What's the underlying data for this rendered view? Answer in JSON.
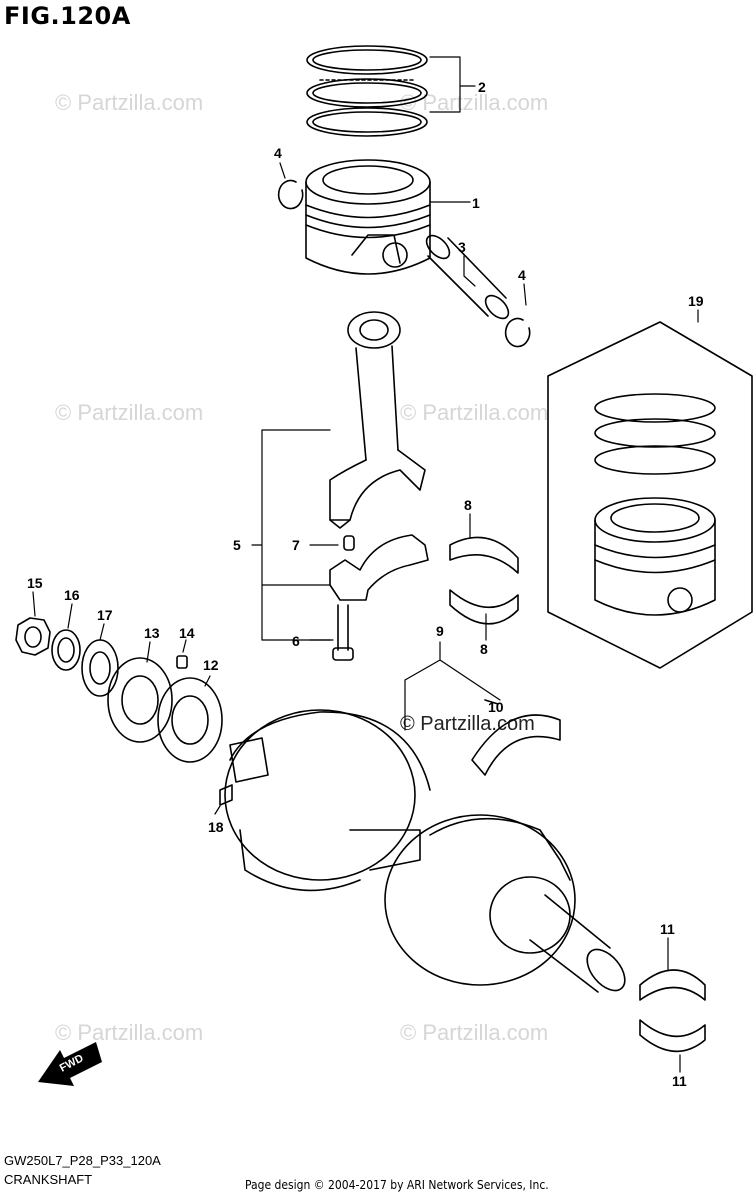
{
  "title": "FIG.120A",
  "code": "GW250L7_P28_P33_120A",
  "section": "CRANKSHAFT",
  "footer": "Page design © 2004-2017 by ARI Network Services, Inc.",
  "watermark": "© Partzilla.com",
  "fwd_label": "FWD",
  "callouts": [
    "1",
    "2",
    "3",
    "4",
    "4",
    "5",
    "6",
    "7",
    "8",
    "8",
    "9",
    "10",
    "11",
    "11",
    "12",
    "13",
    "14",
    "15",
    "16",
    "17",
    "18",
    "19"
  ]
}
